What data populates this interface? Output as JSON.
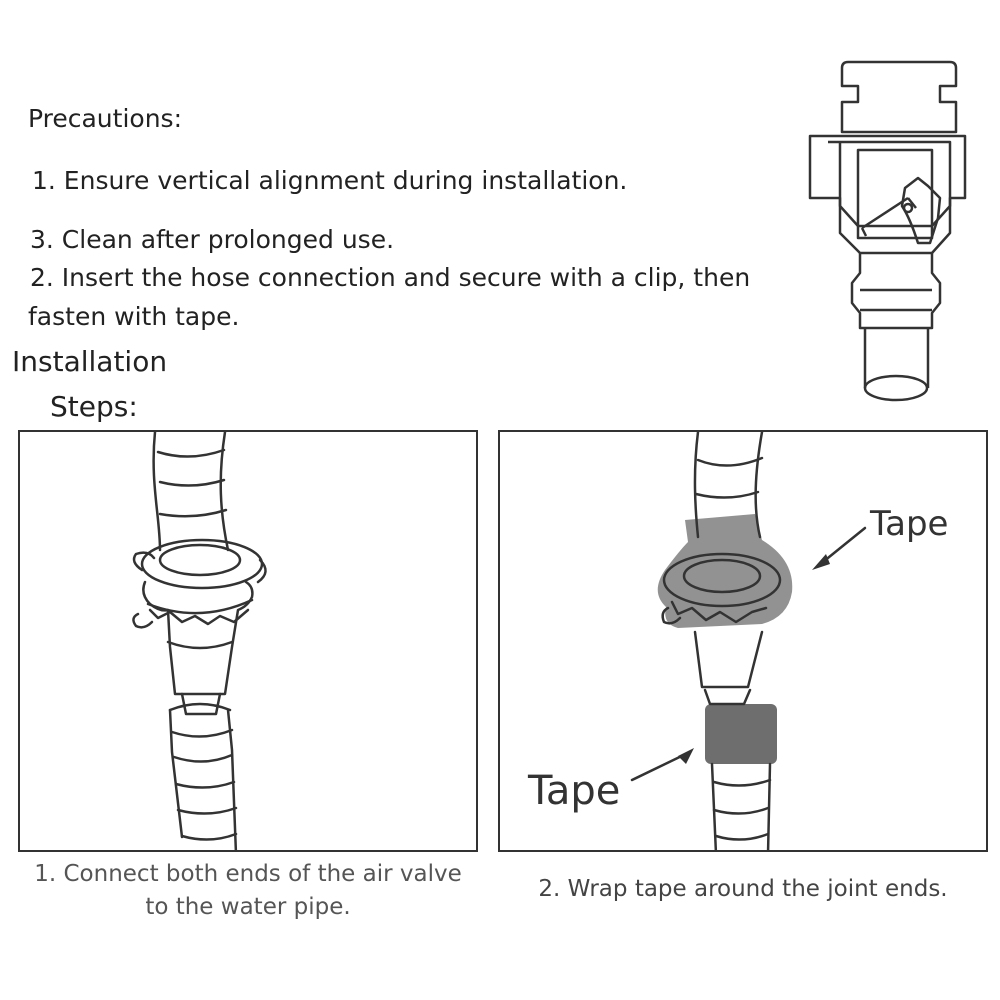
{
  "precautions": {
    "title": "Precautions:",
    "items": [
      "1. Ensure vertical alignment during installation.",
      "3. Clean after prolonged use.",
      "2. Insert the hose connection and secure with a clip, then",
      "fasten with tape."
    ]
  },
  "installation": {
    "title_line1": "Installation",
    "title_line2": "Steps:"
  },
  "panels": [
    {
      "caption_line1": "1. Connect both ends of the air valve",
      "caption_line2": "to the water pipe."
    },
    {
      "caption": "2. Wrap tape around the joint ends.",
      "tape_label_top": "Tape",
      "tape_label_bottom": "Tape"
    }
  ],
  "colors": {
    "tape": "#6e6e6e",
    "line": "#333333",
    "text": "#222222"
  }
}
